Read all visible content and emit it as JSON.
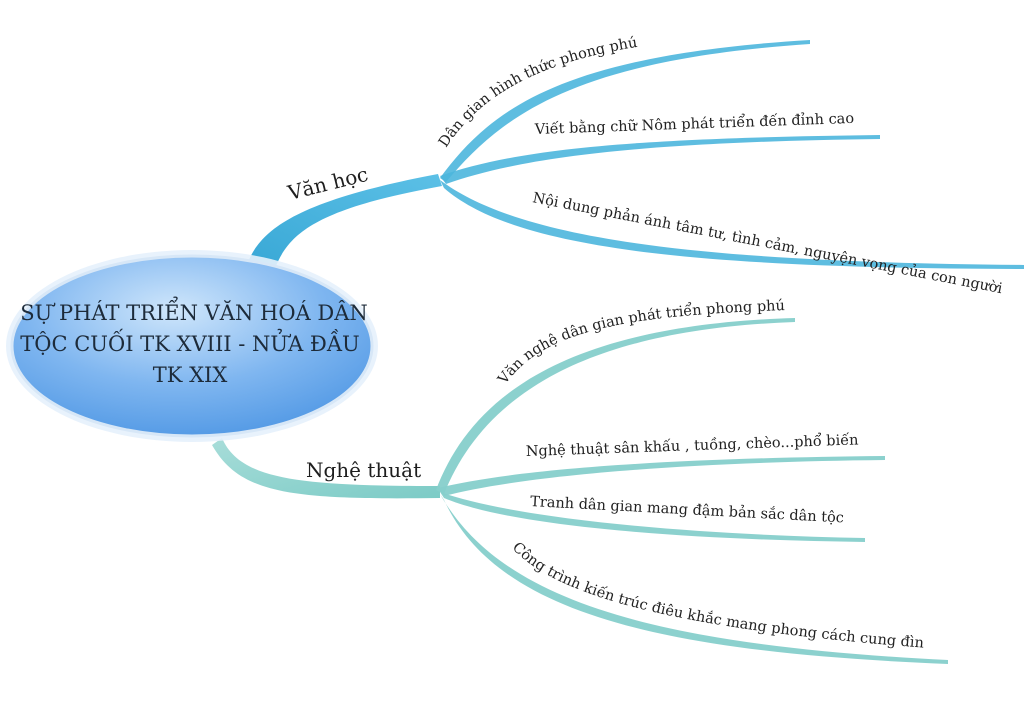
{
  "root": {
    "lines": [
      "SỰ PHÁT TRIỂN VĂN HOÁ DÂN",
      "TỘC CUỐI TK XVIII - NỬA ĐẦU",
      "TK XIX"
    ]
  },
  "branches": [
    {
      "label": "Văn học",
      "color": "#4db6dd",
      "leaves": [
        "Dân gian hình thức phong phú",
        "Viết bằng chữ Nôm phát triển đến đỉnh cao",
        "Nội dung phản ánh tâm tư, tình cảm,  nguyện vọng của con người"
      ]
    },
    {
      "label": "Nghệ thuật",
      "color": "#86cfcb",
      "leaves": [
        "Văn nghệ dân gian phát triển phong phú",
        "Nghệ thuật sân khấu , tuồng, chèo...phổ biến",
        "Tranh dân gian mang đậm bản sắc dân tộc",
        "Công trình kiến trúc điêu khắc mang phong cách cung đình"
      ]
    }
  ],
  "colors": {
    "root_fill_light": "#cfe6fb",
    "root_fill_dark": "#4f97e4",
    "root_stroke": "#cfe0f2"
  }
}
